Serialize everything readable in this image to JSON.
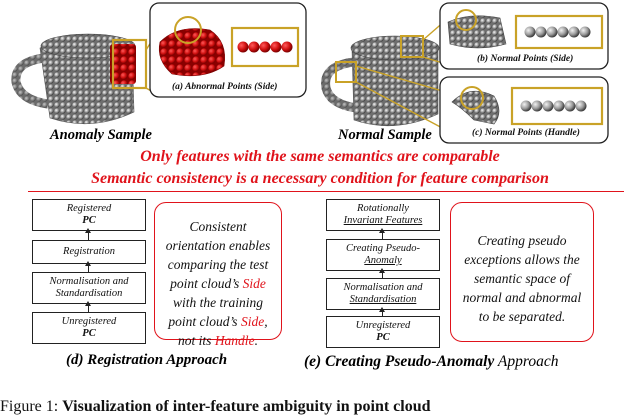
{
  "top": {
    "anomaly_sample_label": "Anomaly Sample",
    "normal_sample_label": "Normal Sample",
    "panel_a_label": "(a) Abnormal Points (Side)",
    "panel_b_label": "(b) Normal Points (Side)",
    "panel_c_label": "(c) Normal Points (Handle)"
  },
  "statements": {
    "line1": "Only features with the same semantics are comparable",
    "line2": "Semantic consistency is a necessary condition for feature comparison"
  },
  "registration": {
    "boxes": [
      {
        "line1": "Registered",
        "line2": "PC"
      },
      {
        "line1": "Registration",
        "line2": ""
      },
      {
        "line1": "Normalisation and",
        "line2": "Standardisation"
      },
      {
        "line1": "Unregistered",
        "line2": "PC"
      }
    ],
    "explanation": {
      "part1": "Consistent orientation enables comparing the test point cloud’s ",
      "side1": "Side",
      "part2": " with the training point cloud’s ",
      "side2": "Side",
      "part3": ", not its ",
      "handle": "Handle",
      "part4": "."
    },
    "caption": "(d) Registration Approach"
  },
  "pseudo_anomaly": {
    "boxes": [
      {
        "line1": "Rotationally",
        "line2": "Invariant Features"
      },
      {
        "line1": "Creating Pseudo-",
        "line2": "Anomaly"
      },
      {
        "line1": "Normalisation and",
        "line2": "Standardisation"
      },
      {
        "line1": "Unregistered",
        "line2": "PC"
      }
    ],
    "explanation": "Creating pseudo exceptions allows the semantic space of normal and abnormal to be separated.",
    "caption_bold": "(e) Creating Pseudo-Anomaly",
    "caption_rest": " Approach"
  },
  "figure_caption": {
    "label": "Figure 1:",
    "text": "Visualization of inter-feature ambiguity in point cloud"
  },
  "colors": {
    "accent_red": "#e0131b",
    "highlight_gold": "#c9a227",
    "anomaly_red": "#d01010"
  }
}
